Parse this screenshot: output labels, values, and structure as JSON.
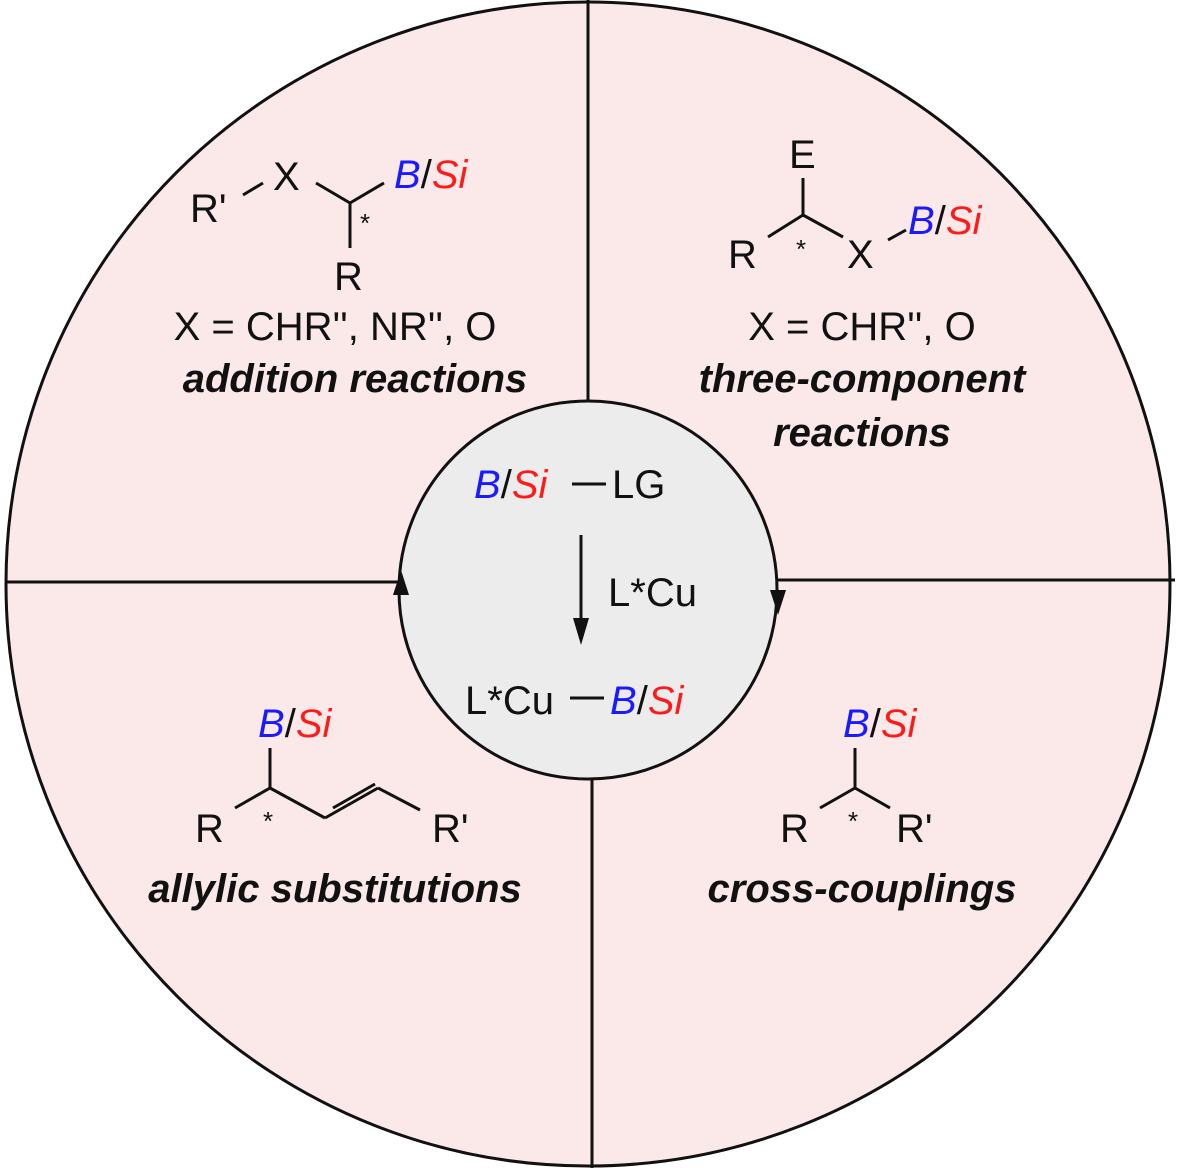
{
  "colors": {
    "quadrant_fill": "#fbe9e9",
    "center_fill": "#ececec",
    "boron": "#1a1aff",
    "silicon": "#ff1a1a"
  },
  "atoms": {
    "B": "B",
    "slash": "/",
    "Si": "Si",
    "R": "R",
    "R_prime": "R'",
    "X": "X",
    "E": "E",
    "star": "*"
  },
  "center": {
    "reagent_tail": "LG",
    "catalyst": "L*Cu",
    "intermediate_head": "L*Cu"
  },
  "quadrants": {
    "top_left": {
      "definition": "X = CHR'', NR'', O",
      "label": "addition reactions"
    },
    "top_right": {
      "definition": "X = CHR'', O",
      "label_line1": "three-component",
      "label_line2": "reactions"
    },
    "bottom_left": {
      "label": "allylic substitutions"
    },
    "bottom_right": {
      "label": "cross-couplings"
    }
  }
}
